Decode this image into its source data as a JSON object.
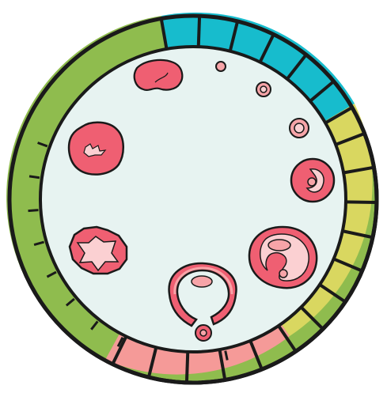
{
  "diagram": {
    "outer_stroke": "#1a1a1a",
    "center_fill": "#e7f3f1",
    "colors": {
      "teal": "#17bccd",
      "yellow": "#d9d760",
      "pink": "#f59a98",
      "green": "#8fbc4e",
      "cell_fill": "#ef5f72",
      "cell_light": "#f7a4a8",
      "cell_inner": "#fbd0d2"
    },
    "ring_phases": [
      {
        "name": "teal-phase",
        "color_key": "teal",
        "tiles": 6
      },
      {
        "name": "yellow-phase",
        "color_key": "yellow",
        "tiles": 7
      },
      {
        "name": "pink-phase",
        "color_key": "pink",
        "tiles": 5
      },
      {
        "name": "green-phase",
        "color_key": "green",
        "tiles": 0
      }
    ],
    "icons": [
      "follicle-tiny-icon",
      "follicle-small-icon",
      "follicle-ring-icon",
      "follicle-antral-icon",
      "follicle-large-icon",
      "ovulation-icon",
      "corpus-luteum-icon",
      "corpus-luteum-mature-icon",
      "corpus-albicans-icon",
      "corpus-albicans-small-icon"
    ]
  }
}
